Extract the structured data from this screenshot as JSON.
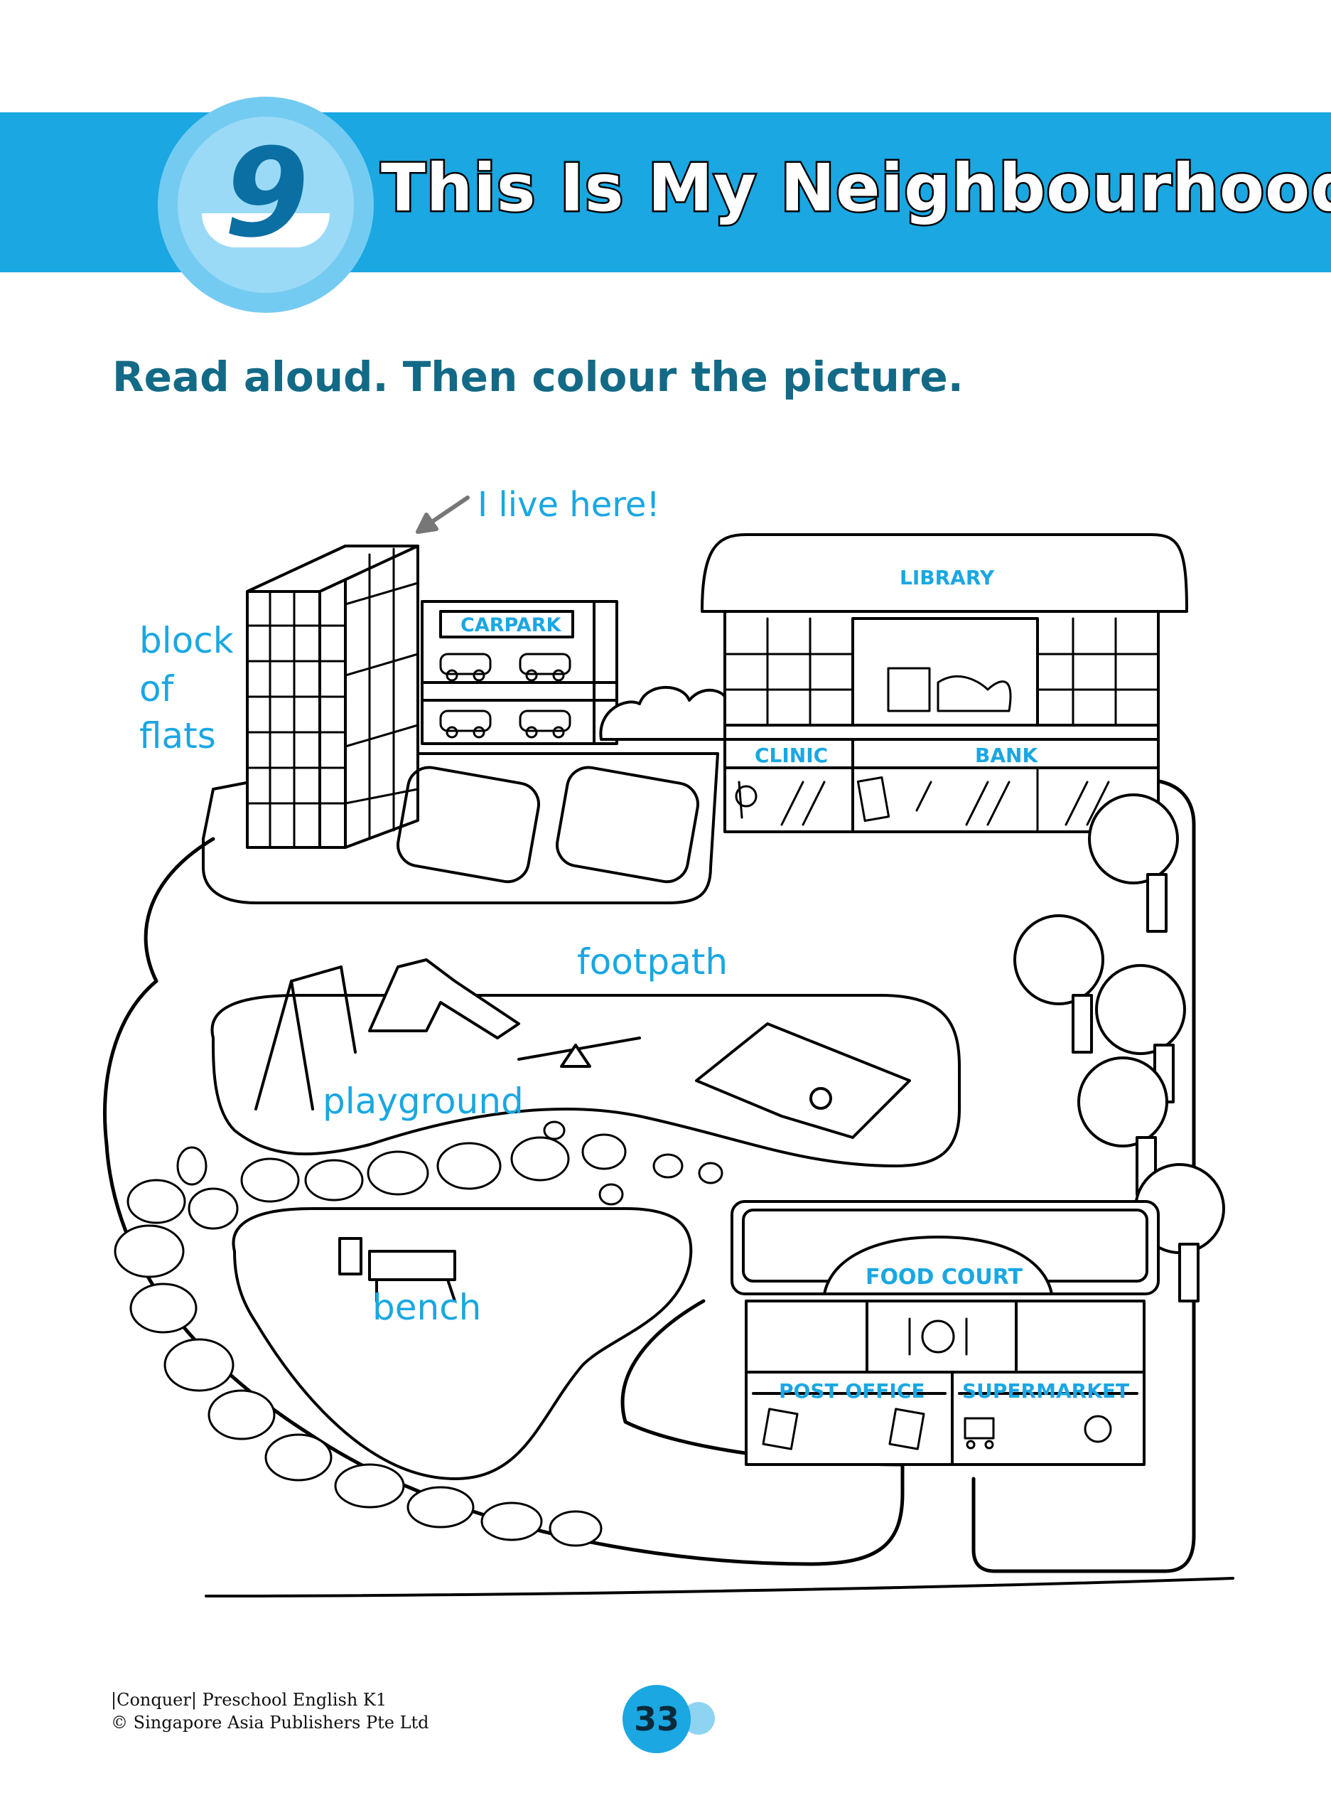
{
  "header": {
    "chapter_number": "9",
    "title": "This Is My Neighbourhood"
  },
  "instruction": "Read aloud. Then colour the picture.",
  "scene": {
    "pointer_label": "I live here!",
    "labels": {
      "block_line1": "block",
      "block_line2": "of",
      "block_line3": "flats",
      "footpath": "footpath",
      "playground": "playground",
      "bench": "bench"
    },
    "signs": {
      "carpark": "CARPARK",
      "library": "LIBRARY",
      "clinic": "CLINIC",
      "bank": "BANK",
      "food_court": "FOOD COURT",
      "post_office": "POST OFFICE",
      "supermarket": "SUPERMARKET"
    }
  },
  "footer": {
    "book_title": "|Conquer| Preschool English K1",
    "copyright": "© Singapore Asia Publishers Pte Ltd",
    "page_number": "33"
  },
  "colors": {
    "accent_blue": "#1aa7e2",
    "title_text": "#136a86",
    "line_art": "#000000"
  }
}
